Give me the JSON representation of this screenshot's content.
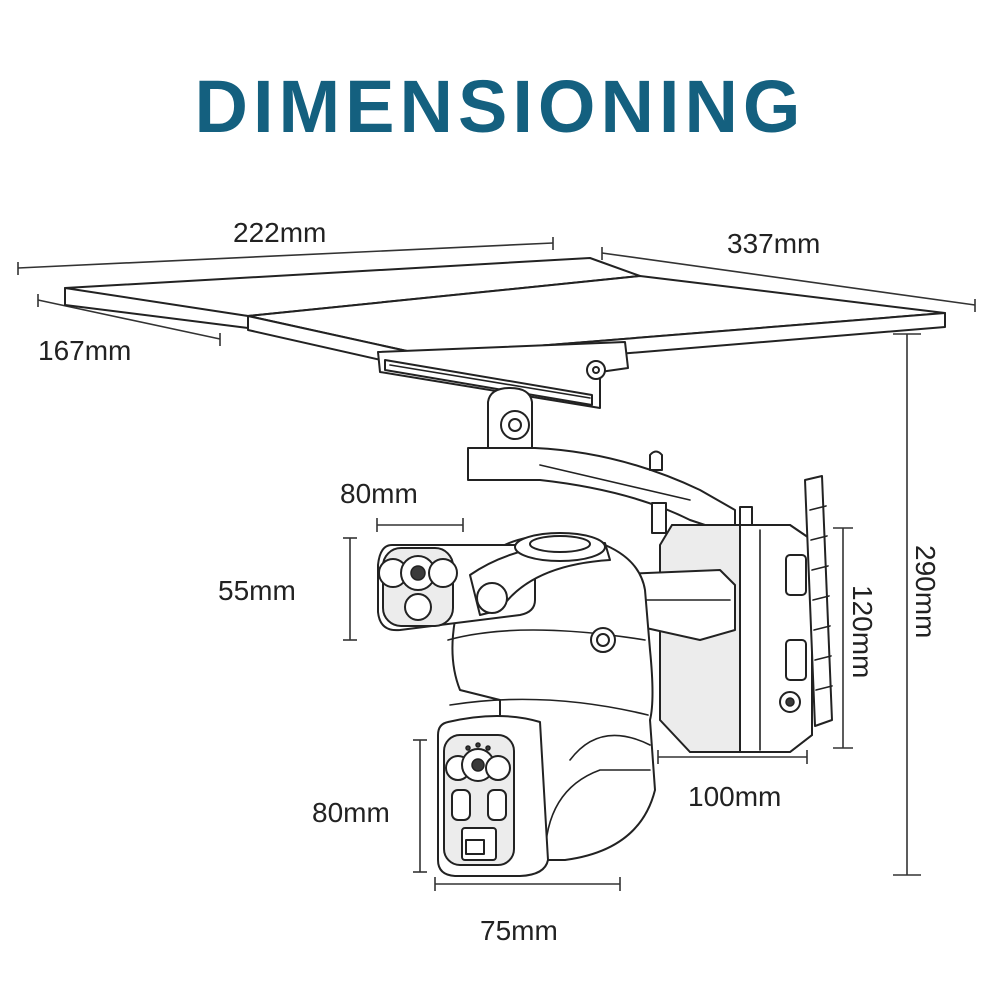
{
  "title": "DIMENSIONING",
  "dimensions": {
    "panel_width": "222mm",
    "panel_length": "337mm",
    "panel_depth": "167mm",
    "top_lens_width": "80mm",
    "top_lens_height": "55mm",
    "battery_height": "120mm",
    "overall_height": "290mm",
    "battery_depth": "100mm",
    "bottom_lens_height": "80mm",
    "bottom_lens_width": "75mm"
  },
  "colors": {
    "title": "#14607f",
    "line": "#222222",
    "background": "#ffffff"
  }
}
